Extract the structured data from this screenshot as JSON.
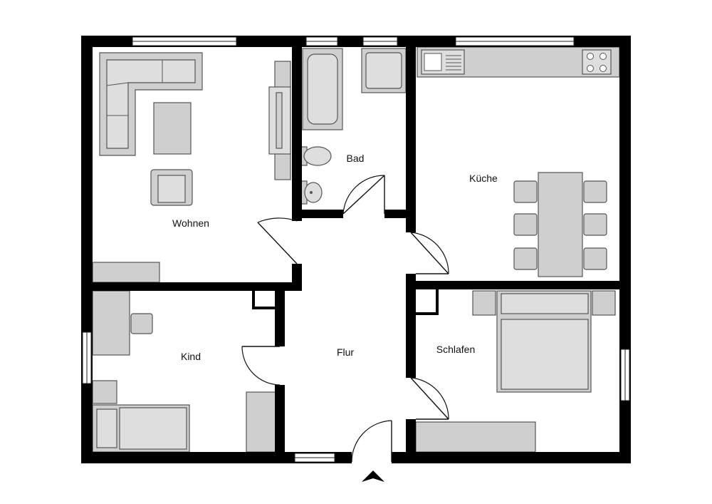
{
  "rooms": {
    "wohnen": "Wohnen",
    "bad": "Bad",
    "kueche": "Küche",
    "kind": "Kind",
    "flur": "Flur",
    "schlafen": "Schlafen"
  },
  "colors": {
    "wall": "#000000",
    "furniture": "#cfcfcf",
    "background": "#ffffff"
  },
  "icons": {
    "entrance": "entrance-arrow-icon"
  }
}
